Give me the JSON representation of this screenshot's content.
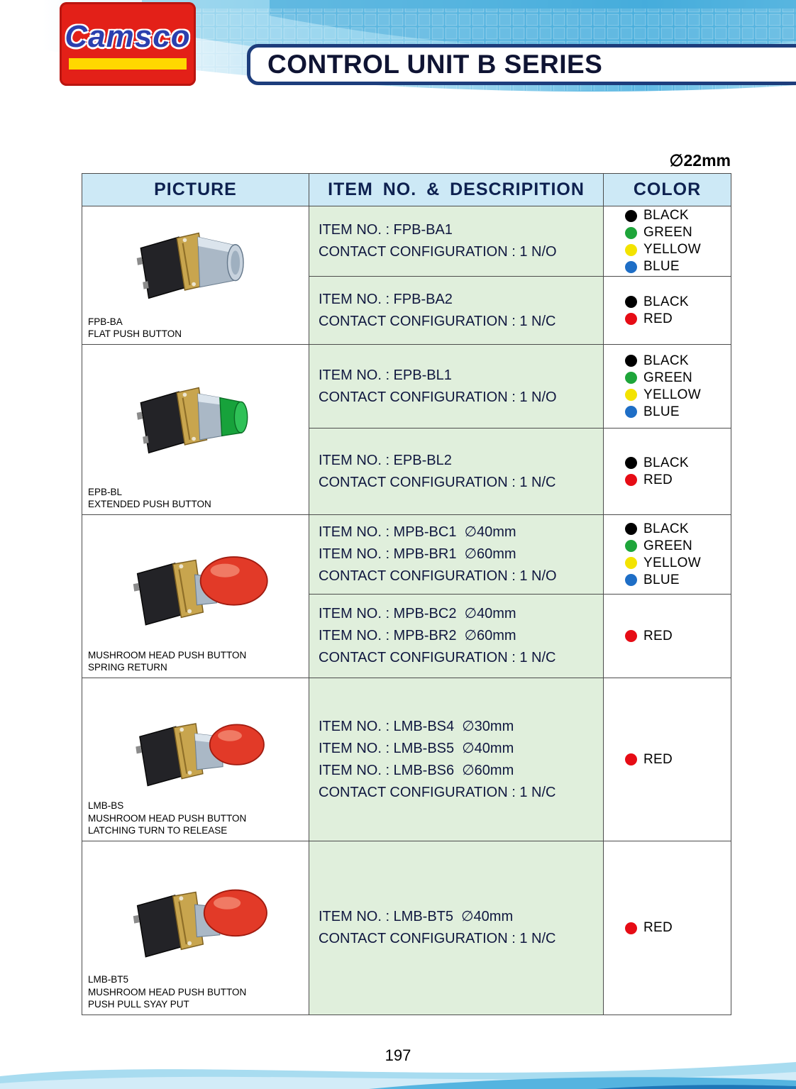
{
  "brand": {
    "logo_text": "Camsco"
  },
  "header": {
    "title": "CONTROL UNIT B SERIES"
  },
  "size_note": "∅22mm",
  "palette": {
    "band_blue": "#47aede",
    "header_row": "#cde9f6",
    "desc_green": "#e0efdc",
    "logo_red": "#e32018",
    "logo_yellow": "#ffd800",
    "title_navy": "#1d3d7c"
  },
  "table": {
    "headers": [
      "PICTURE",
      "ITEM NO. & DESCRIPITION",
      "COLOR"
    ],
    "rows": [
      {
        "caption": [
          "FPB-BA",
          "FLAT PUSH BUTTON"
        ],
        "image": "flat-push-button",
        "subrows": [
          {
            "desc": [
              "ITEM NO. : FPB-BA1",
              "CONTACT CONFIGURATION : 1 N/O"
            ],
            "colors": [
              {
                "label": "BLACK",
                "hex": "#000000"
              },
              {
                "label": "GREEN",
                "hex": "#1ea53a"
              },
              {
                "label": "YELLOW",
                "hex": "#f3e300"
              },
              {
                "label": "BLUE",
                "hex": "#1e6ec6"
              }
            ]
          },
          {
            "desc": [
              "ITEM NO. : FPB-BA2",
              "CONTACT CONFIGURATION : 1 N/C"
            ],
            "colors": [
              {
                "label": "BLACK",
                "hex": "#000000"
              },
              {
                "label": "RED",
                "hex": "#e60c15"
              }
            ]
          }
        ]
      },
      {
        "caption": [
          "EPB-BL",
          "EXTENDED PUSH BUTTON"
        ],
        "image": "extended-push-button",
        "subrows": [
          {
            "desc": [
              "ITEM NO. : EPB-BL1",
              "CONTACT CONFIGURATION : 1 N/O"
            ],
            "colors": [
              {
                "label": "BLACK",
                "hex": "#000000"
              },
              {
                "label": "GREEN",
                "hex": "#1ea53a"
              },
              {
                "label": "YELLOW",
                "hex": "#f3e300"
              },
              {
                "label": "BLUE",
                "hex": "#1e6ec6"
              }
            ]
          },
          {
            "desc": [
              "ITEM NO. : EPB-BL2",
              "CONTACT CONFIGURATION : 1 N/C"
            ],
            "colors": [
              {
                "label": "BLACK",
                "hex": "#000000"
              },
              {
                "label": "RED",
                "hex": "#e60c15"
              }
            ]
          }
        ]
      },
      {
        "caption": [
          "MUSHROOM HEAD PUSH BUTTON",
          "SPRING RETURN"
        ],
        "image": "mushroom-head-spring-return",
        "subrows": [
          {
            "desc": [
              "ITEM NO. : MPB-BC1  ∅40mm",
              "ITEM NO. : MPB-BR1  ∅60mm",
              "CONTACT CONFIGURATION : 1 N/O"
            ],
            "colors": [
              {
                "label": "BLACK",
                "hex": "#000000"
              },
              {
                "label": "GREEN",
                "hex": "#1ea53a"
              },
              {
                "label": "YELLOW",
                "hex": "#f3e300"
              },
              {
                "label": "BLUE",
                "hex": "#1e6ec6"
              }
            ]
          },
          {
            "desc": [
              "ITEM NO. : MPB-BC2  ∅40mm",
              "ITEM NO. : MPB-BR2  ∅60mm",
              "CONTACT CONFIGURATION : 1 N/C"
            ],
            "colors": [
              {
                "label": "RED",
                "hex": "#e60c15"
              }
            ]
          }
        ]
      },
      {
        "caption": [
          "LMB-BS",
          "MUSHROOM HEAD PUSH BUTTON",
          "LATCHING TURN TO RELEASE"
        ],
        "image": "mushroom-head-latching",
        "subrows": [
          {
            "desc": [
              "ITEM NO. : LMB-BS4  ∅30mm",
              "ITEM NO. : LMB-BS5  ∅40mm",
              "ITEM NO. : LMB-BS6  ∅60mm",
              "CONTACT CONFIGURATION : 1 N/C"
            ],
            "colors": [
              {
                "label": "RED",
                "hex": "#e60c15"
              }
            ]
          }
        ]
      },
      {
        "caption": [
          "LMB-BT5",
          "MUSHROOM HEAD PUSH BUTTON",
          "PUSH PULL SYAY PUT"
        ],
        "image": "mushroom-head-push-pull",
        "subrows": [
          {
            "desc": [
              "ITEM NO. : LMB-BT5  ∅40mm",
              "CONTACT CONFIGURATION : 1 N/C"
            ],
            "colors": [
              {
                "label": "RED",
                "hex": "#e60c15"
              }
            ]
          }
        ]
      }
    ]
  },
  "footer": {
    "page_number": "197"
  }
}
